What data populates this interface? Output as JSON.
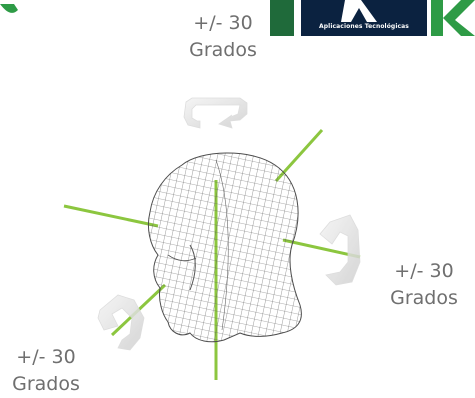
{
  "brand": {
    "subtitle": "Aplicaciones Tecnológicas",
    "colors": {
      "green": "#2e9b46",
      "navy": "#0b2240",
      "accent_green": "#6cc04a"
    }
  },
  "axes": {
    "color": "#8cc63f",
    "labels": {
      "top": {
        "value": "+/- 30",
        "unit": "Grados"
      },
      "right": {
        "value": "+/- 30",
        "unit": "Grados"
      },
      "left": {
        "value": "+/- 30",
        "unit": "Grados"
      }
    }
  },
  "icons": [
    "head-wireframe-icon",
    "rotation-arrow-icon"
  ]
}
